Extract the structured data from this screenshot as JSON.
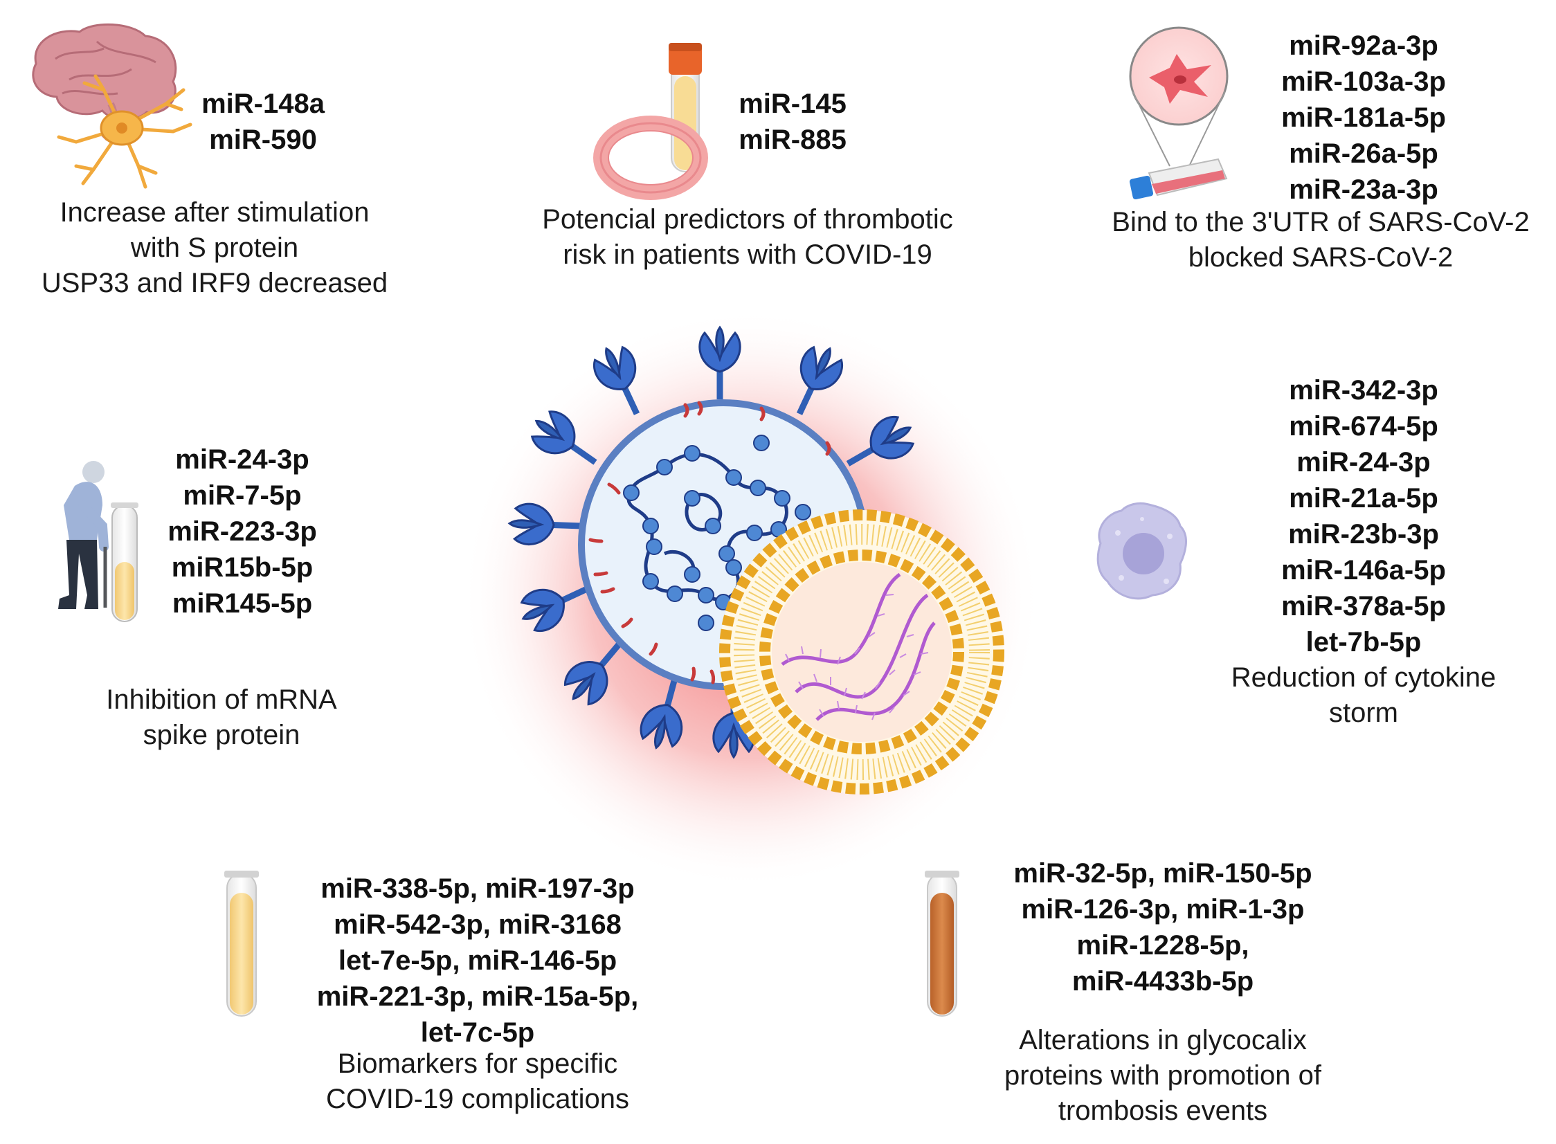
{
  "panels": {
    "neuron": {
      "mirnas": [
        "miR-148a",
        "miR-590"
      ],
      "description": [
        "Increase after stimulation",
        "with S protein",
        "USP33 and IRF9 decreased"
      ]
    },
    "thrombotic": {
      "mirnas": [
        "miR-145",
        "miR-885"
      ],
      "description": [
        "Potencial predictors of thrombotic",
        "risk in patients with COVID-19"
      ]
    },
    "cell_culture": {
      "mirnas": [
        "miR-92a-3p",
        "miR-103a-3p",
        "miR-181a-5p",
        "miR-26a-5p",
        "miR-23a-3p"
      ],
      "description": [
        "Bind to the 3'UTR of SARS-CoV-2",
        "blocked SARS-CoV-2"
      ]
    },
    "elderly": {
      "mirnas": [
        "miR-24-3p",
        "miR-7-5p",
        "miR-223-3p",
        "miR15b-5p",
        "miR145-5p"
      ],
      "description": [
        "Inhibition of mRNA",
        "spike protein"
      ]
    },
    "immune_cell": {
      "mirnas": [
        "miR-342-3p",
        "miR-674-5p",
        "miR-24-3p",
        "miR-21a-5p",
        "miR-23b-3p",
        "miR-146a-5p",
        "miR-378a-5p",
        "let-7b-5p"
      ],
      "description": [
        "Reduction of cytokine",
        "storm"
      ]
    },
    "biomarkers": {
      "mirnas": [
        "miR-338-5p, miR-197-3p",
        "miR-542-3p, miR-3168",
        "let-7e-5p, miR-146-5p",
        "miR-221-3p, miR-15a-5p,",
        "let-7c-5p"
      ],
      "description": [
        "Biomarkers for specific",
        "COVID-19 complications"
      ]
    },
    "glycocalix": {
      "mirnas": [
        "miR-32-5p, miR-150-5p",
        "miR-126-3p, miR-1-3p",
        "miR-1228-5p,",
        "miR-4433b-5p"
      ],
      "description": [
        "Alterations in glycocalix",
        "proteins with promotion of",
        "trombosis events"
      ]
    }
  },
  "icons": [
    "brain-neuron-icon",
    "blood-vessel-tube-icon",
    "cell-culture-flask-icon",
    "elderly-person-icon",
    "plasma-tube-icon",
    "immune-cell-icon",
    "serum-tube-icon",
    "blood-tube-icon",
    "sars-cov-2-virus-icon",
    "lipid-nanoparticle-icon"
  ],
  "colors": {
    "virus_blue": "#2f5fb5",
    "rna_blue": "#1f3c88",
    "glow_red": "#f28b8b",
    "nanoparticle_gold": "#e8a623",
    "mrna_purple": "#b05ad0",
    "blood_orange": "#cf7a3a",
    "plasma_yellow": "#f8dc95"
  }
}
